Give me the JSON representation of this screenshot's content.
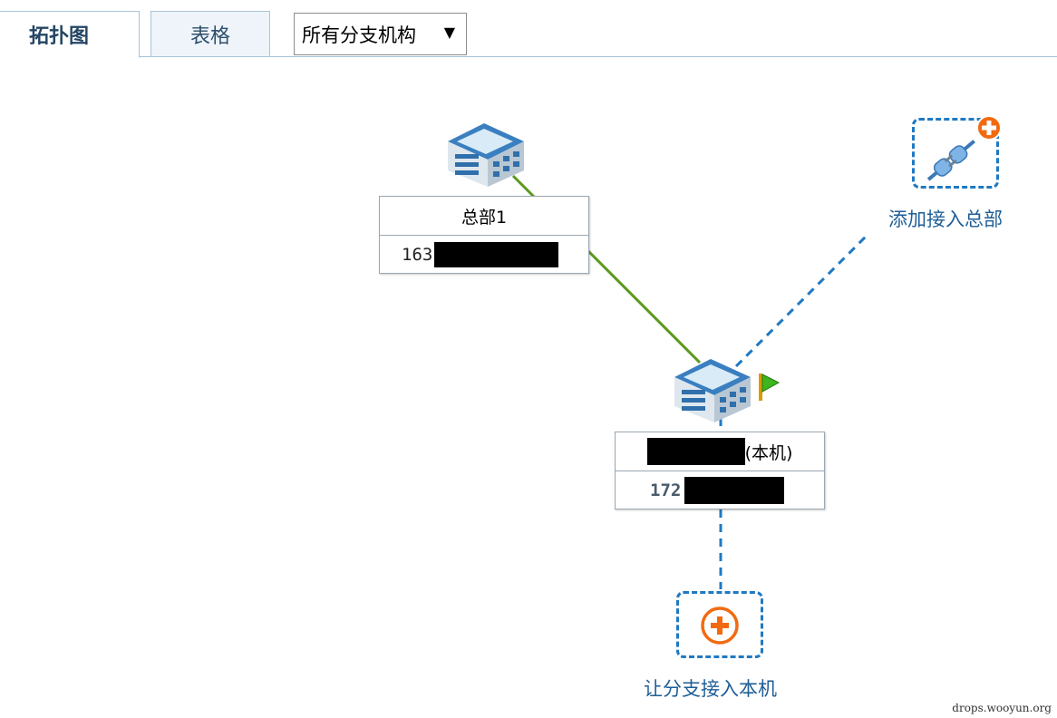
{
  "tabs": [
    {
      "label": "拓扑图",
      "active": true
    },
    {
      "label": "表格",
      "active": false
    }
  ],
  "branch_filter": {
    "selected": "所有分支机构"
  },
  "nodes": {
    "headquarters": {
      "name": "总部1",
      "ip_visible": "163"
    },
    "local": {
      "name_suffix": "(本机)",
      "ip_visible": "172"
    }
  },
  "actions": {
    "add_hq": {
      "label": "添加接入总部"
    },
    "add_branch": {
      "label": "让分支接入本机"
    }
  },
  "watermark": "drops.wooyun.org",
  "colors": {
    "link_solid": "#5a9a1c",
    "link_dashed": "#1f79c2",
    "plus_orange": "#f26a10"
  }
}
